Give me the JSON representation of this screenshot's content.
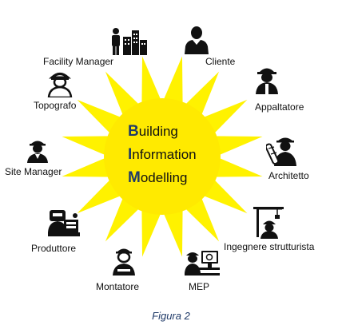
{
  "colors": {
    "sun": "#fff200",
    "sun_core": "#ffea00",
    "icon": "#111111",
    "initial": "#1f3a68",
    "caption": "#1f3a68"
  },
  "center": {
    "line1_initial": "B",
    "line1_rest": "uilding",
    "line2_initial": "I",
    "line2_rest": "nformation",
    "line3_initial": "M",
    "line3_rest": "odelling"
  },
  "roles": {
    "facility_manager": {
      "label": "Facility Manager",
      "icon": "person-building-icon"
    },
    "cliente": {
      "label": "Cliente",
      "icon": "businessman-icon"
    },
    "topografo": {
      "label": "Topografo",
      "icon": "surveyor-icon"
    },
    "appaltatore": {
      "label": "Appaltatore",
      "icon": "hardhat-worker-icon"
    },
    "site_manager": {
      "label": "Site Manager",
      "icon": "site-manager-icon"
    },
    "architetto": {
      "label": "Architetto",
      "icon": "architect-icon"
    },
    "produttore": {
      "label": "Produttore",
      "icon": "welder-icon"
    },
    "ingegnere_strutturista": {
      "label": "Ingegnere strutturista",
      "icon": "crane-engineer-icon"
    },
    "montatore": {
      "label": "Montatore",
      "icon": "installer-icon"
    },
    "mep": {
      "label": "MEP",
      "icon": "computer-operator-icon"
    }
  },
  "caption": "Figura 2"
}
